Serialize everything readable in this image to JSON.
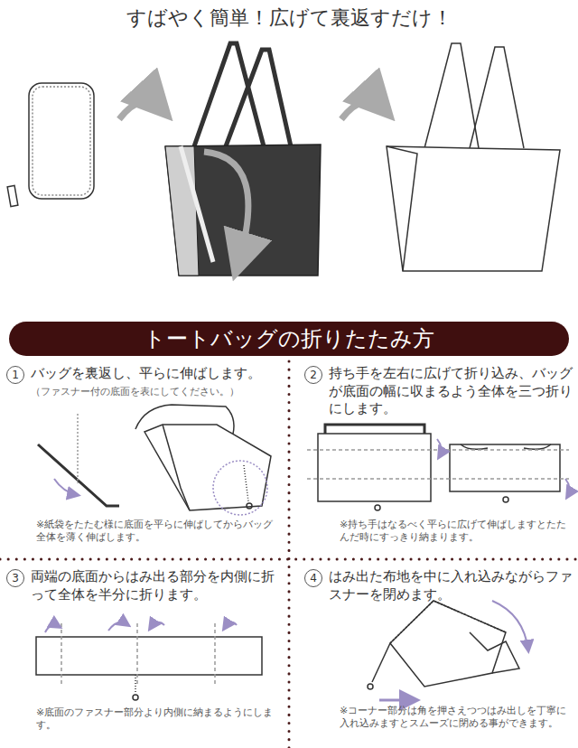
{
  "diagram": {
    "title": "すばやく簡単！広げて裏返すだけ！",
    "nodes": [
      {
        "text": [
          "トートバッグの折りたたみ方"
        ]
      }
    ],
    "labels": [
      "1",
      "バッグを裏返し、平らに伸ばします。",
      "（ファスナー付の底面を表にしてください。）",
      "※紙袋をたたむ様に底面を平らに伸ばしてからバッグ全体を薄く伸ばします。",
      "2",
      "持ち手を左右に広げて折り込み、バッグが底面の幅に収まるよう全体を三つ折りにします。",
      "※持ち手はなるべく平らに広げて伸ばしますとたたんだ時にすっきり納まります。",
      "3",
      "両端の底面からはみ出る部分を内側に折って全体を半分に折ります。",
      "※底面のファスナー部分より内側に納まるようにします。",
      "4",
      "はみ出た布地を中に入れ込みながらファスナーを閉めます。",
      "※コーナー部分は角を押さえつつはみ出しを丁寧に入れ込みますとスムーズに閉める事ができます。"
    ]
  }
}
